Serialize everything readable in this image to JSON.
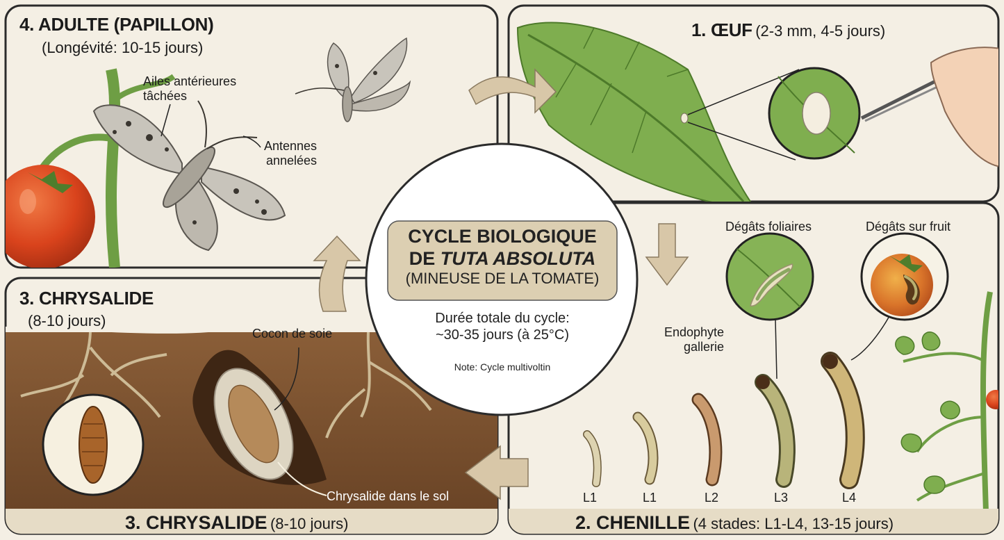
{
  "center": {
    "title_line1": "CYCLE BIOLOGIQUE",
    "title_line2_prefix": "DE ",
    "title_line2_species": "TUTA ABSOLUTA",
    "subtitle": "(MINEUSE DE LA TOMATE)",
    "duration_line1": "Durée totale du cycle:",
    "duration_line2": "~30-35 jours (à 25°C)",
    "note": "Note: Cycle multivoltin"
  },
  "adult": {
    "title": "4. ADULTE (PAPILLON)",
    "longevity": "(Longévité: 10-15 jours)",
    "label_wings_1": "Ailes antérieures",
    "label_wings_2": "tâchées",
    "label_antennae_1": "Antennes",
    "label_antennae_2": "annelées"
  },
  "egg": {
    "title": "1. ŒUF",
    "detail": "(2-3 mm, 4-5 jours)"
  },
  "larva": {
    "label_leaf_damage": "Dégâts foliaires",
    "label_fruit_damage": "Dégâts sur fruit",
    "label_gallery_1": "Endophyte",
    "label_gallery_2": "gallerie",
    "stages": [
      "L1",
      "L1",
      "L2",
      "L3",
      "L4"
    ],
    "bar_title": "2. CHENILLE",
    "bar_detail": "(4 stades: L1-L4, 13-15 jours)"
  },
  "pupa": {
    "title": "3. CHRYSALIDE",
    "duration": "(8-10 jours)",
    "label_cocoon": "Cocon de soie",
    "label_soil": "Chrysalide dans le sol",
    "bar_title": "3. CHRYSALIDE",
    "bar_detail": "(8-10 jours)"
  },
  "colors": {
    "background": "#f4efe4",
    "panel_border": "#2b2b2b",
    "soil": "#7a5230",
    "leaf": "#6fa042",
    "arrow": "#d8c7a8",
    "center_box": "#dccfb2",
    "tomato": "#d9471f"
  }
}
